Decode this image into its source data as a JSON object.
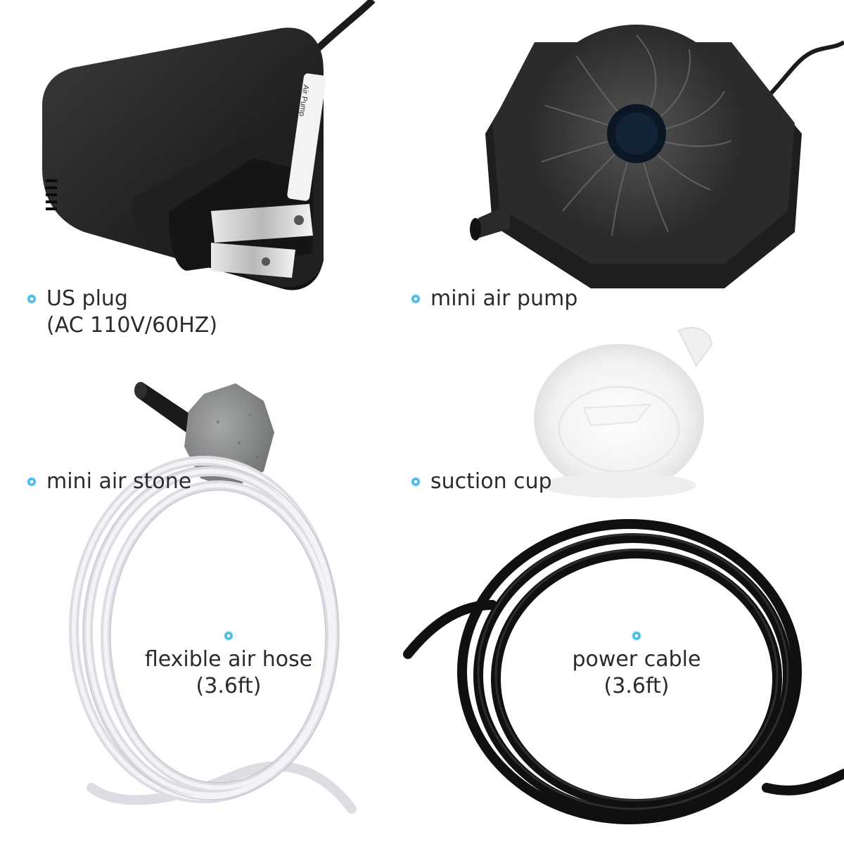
{
  "accent_color": "#3fb6e6",
  "items": {
    "us_plug": {
      "line1": "US plug",
      "line2": "(AC 110V/60HZ)"
    },
    "air_pump": {
      "label": "mini air pump",
      "plug_text": "Air Pump"
    },
    "air_stone": {
      "label": "mini air stone"
    },
    "suction_cup": {
      "label": "suction cup"
    },
    "air_hose": {
      "line1": "flexible air hose",
      "line2": "(3.6ft)"
    },
    "power_cable": {
      "line1": "power cable",
      "line2": "(3.6ft)"
    }
  }
}
